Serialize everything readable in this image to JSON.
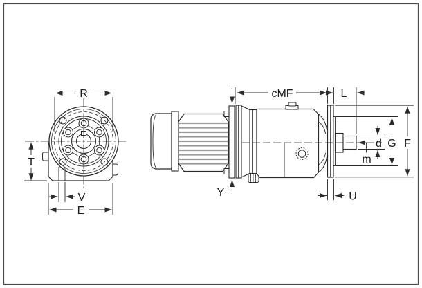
{
  "drawing_title": "gearmotor-flange-dimension-drawing",
  "colors": {
    "line": "#2b2b2b",
    "label": "#1a1a1a",
    "fin": "#9a9a9a",
    "background": "#ffffff"
  },
  "labels": {
    "bolt_circle_dia": "R",
    "mount_height": "T",
    "hole_offset": "V",
    "base_width": "E",
    "motor_face_to_flange": "cMF",
    "shaft_length": "L",
    "adapter_face": "Y",
    "flange_thickness": "U",
    "shaft_dia": "d",
    "pilot_dia": "G",
    "flange_dia": "F",
    "shaft_tap": "m"
  }
}
